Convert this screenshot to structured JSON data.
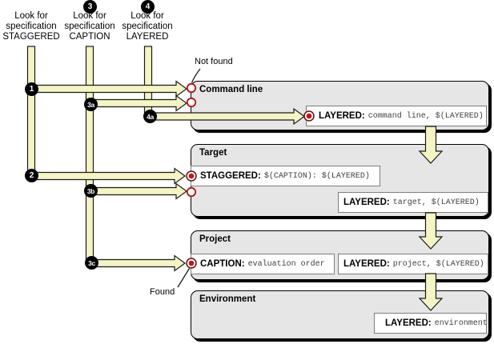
{
  "columns": [
    {
      "top_badge": "",
      "lines": [
        "Look for",
        "specification",
        "STAGGERED"
      ]
    },
    {
      "top_badge": "3",
      "lines": [
        "Look for",
        "specification",
        "CAPTION"
      ]
    },
    {
      "top_badge": "4",
      "lines": [
        "Look for",
        "specification",
        "LAYERED"
      ]
    }
  ],
  "badges": {
    "b1": "1",
    "b2": "2",
    "b3": "3",
    "b4": "4",
    "b3a": "3a",
    "b3b": "3b",
    "b3c": "3c",
    "b4a": "4a"
  },
  "annotations": {
    "not_found": "Not found",
    "found": "Found"
  },
  "scopes": [
    {
      "title": "Command line",
      "specs": [
        {
          "label": "LAYERED:",
          "value": "command line, $(LAYERED)",
          "marker": "found-dot"
        }
      ]
    },
    {
      "title": "Target",
      "specs": [
        {
          "label": "STAGGERED:",
          "value": "$(CAPTION): $(LAYERED)",
          "marker": "found-dot"
        },
        {
          "label": "LAYERED:",
          "value": "target, $(LAYERED)",
          "marker": "none"
        }
      ]
    },
    {
      "title": "Project",
      "specs": [
        {
          "label": "CAPTION:",
          "value": "evaluation order",
          "marker": "found-dot"
        },
        {
          "label": "LAYERED:",
          "value": "project, $(LAYERED)",
          "marker": "none"
        }
      ]
    },
    {
      "title": "Environment",
      "specs": [
        {
          "label": "LAYERED:",
          "value": "environment",
          "marker": "none"
        }
      ]
    }
  ],
  "colors": {
    "arrow_fill": "#f4f4c5",
    "scope_fill": "#e6e6e6",
    "marker_red": "#cf1111",
    "marker_ring": "#6f0c0c",
    "open_circle_stroke": "#b51313",
    "badge_bg": "#000000"
  }
}
